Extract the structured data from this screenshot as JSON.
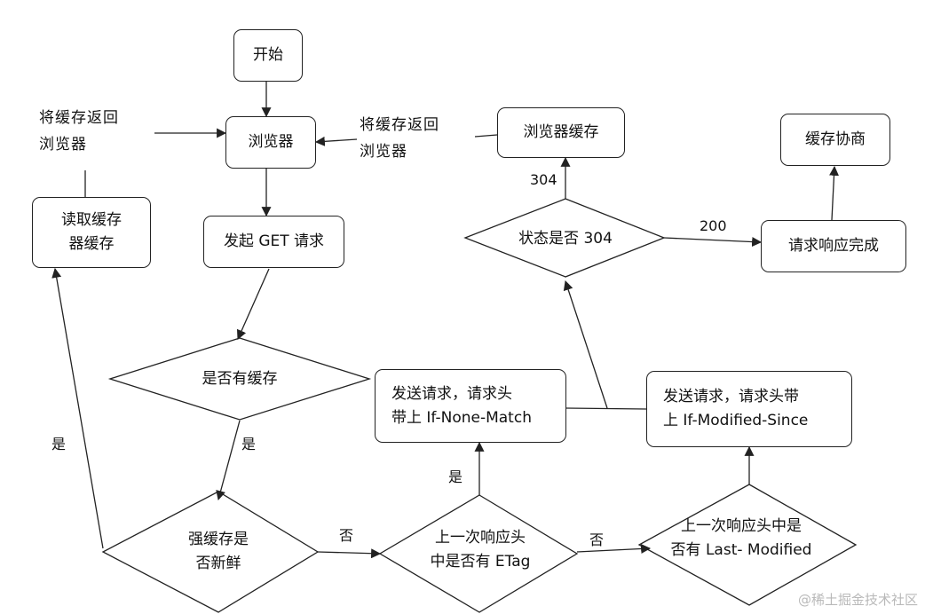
{
  "nodes": {
    "start": "开始",
    "browser": "浏览器",
    "send_get": "发起 GET 请求",
    "read_cache": "读取缓存\n器缓存",
    "has_cache": "是否有缓存",
    "strong_fresh": "强缓存是\n否新鲜",
    "etag_check": "上一次响应头\n中是否有 ETag",
    "last_modified_check": "上一次响应头中是\n否有 Last- Modified",
    "send_inm": "发送请求，请求头\n带上 If-None-Match",
    "send_ims": "发送请求，请求头带\n上 If-Modified-Since",
    "status_304": "状态是否 304",
    "browser_cache": "浏览器缓存",
    "response_done": "请求响应完成",
    "negotiation": "缓存协商"
  },
  "notes": {
    "return_left": "将缓存返回\n浏览器",
    "return_right": "将缓存返回\n浏览器"
  },
  "edge_labels": {
    "yes_has_cache": "是",
    "yes_fresh": "是",
    "no_fresh": "否",
    "yes_etag": "是",
    "no_etag": "否",
    "code_304": "304",
    "code_200": "200"
  },
  "watermark": "@稀土掘金技术社区",
  "colors": {
    "stroke": "#222222",
    "watermark": "#b9b9b9"
  }
}
